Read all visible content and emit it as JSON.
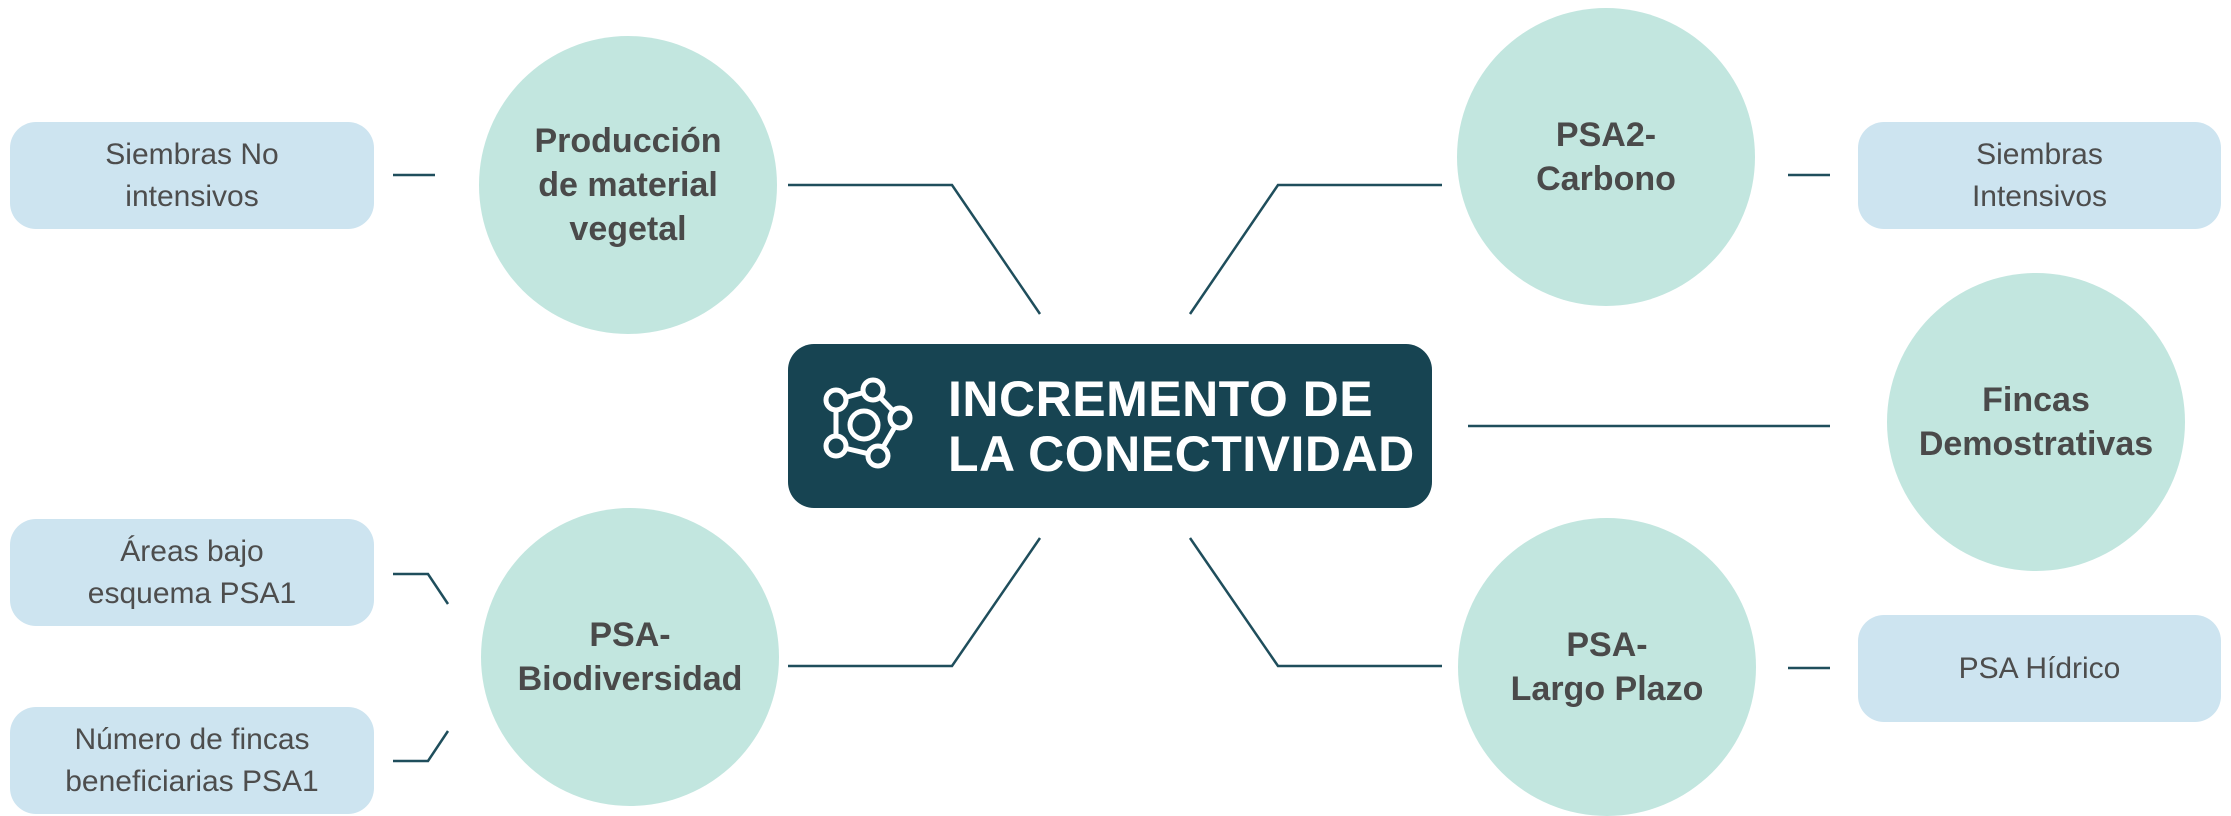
{
  "center": {
    "title": "INCREMENTO DE\nLA CONECTIVIDAD",
    "icon": "network-nodes-icon"
  },
  "nodes": {
    "produccion": "Producción\nde material\nvegetal",
    "biodiversidad": "PSA-\nBiodiversidad",
    "carbono": "PSA2-\nCarbono",
    "fincas": "Fincas\nDemostrativas",
    "largo_plazo": "PSA-\nLargo Plazo"
  },
  "tags": {
    "siembras_no_intensivos": "Siembras No\nintensivos",
    "areas_psa1": "Áreas bajo\nesquema PSA1",
    "numero_fincas": "Número de fincas\nbeneficiarias PSA1",
    "siembras_intensivos": "Siembras\nIntensivos",
    "psa_hidrico": "PSA Hídrico"
  },
  "colors": {
    "center_bg": "#174452",
    "circle_bg": "#c2e6df",
    "tag_bg": "#cde4f0",
    "line": "#1f4e5c"
  }
}
